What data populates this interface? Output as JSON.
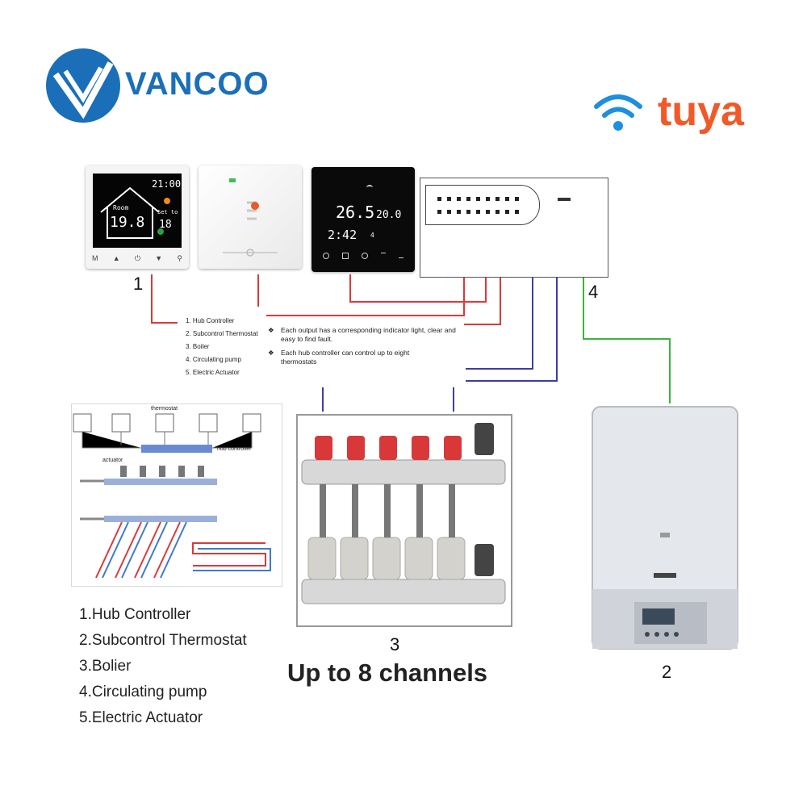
{
  "brand": {
    "name": "VANCOO",
    "app": "tuya"
  },
  "thermostat1": {
    "time": "21:00",
    "room_label": "Room",
    "room_temp": "19.8",
    "set_label": "Set to",
    "set_temp": "18",
    "buttons": [
      "M",
      "▲",
      "⏻",
      "▼",
      "⚲"
    ]
  },
  "thermostat3": {
    "temp": "26.5",
    "set_temp": "20.0",
    "time": "2:42",
    "day": "4"
  },
  "component_numbers": {
    "n1": "1",
    "n2": "2",
    "n3": "3",
    "n4": "4"
  },
  "legend_small": [
    "1. Hub Controller",
    "2. Subcontrol Thermostat",
    "3. Boiler",
    "4. Circulating pump",
    "5. Electric Actuator"
  ],
  "notes": [
    "Each output has a corresponding indicator light, clear and easy to find fault.",
    "Each hub controller can control up to eight thermostats"
  ],
  "schematic_labels": {
    "thermostat": "thermostat",
    "hub": "hub controller",
    "actuator": "actuator"
  },
  "legend_big": [
    "1.Hub Controller",
    "2.Subcontrol Thermostat",
    "3.Bolier",
    "4.Circulating  pump",
    "5.Electric Actuator"
  ],
  "headline": "Up to 8 channels",
  "colors": {
    "brand_blue": "#1a6fb8",
    "tuya_orange": "#f05a28",
    "wire_red": "#d93a3a",
    "wire_blue": "#3c3ca8",
    "wire_green": "#3cb43c"
  }
}
